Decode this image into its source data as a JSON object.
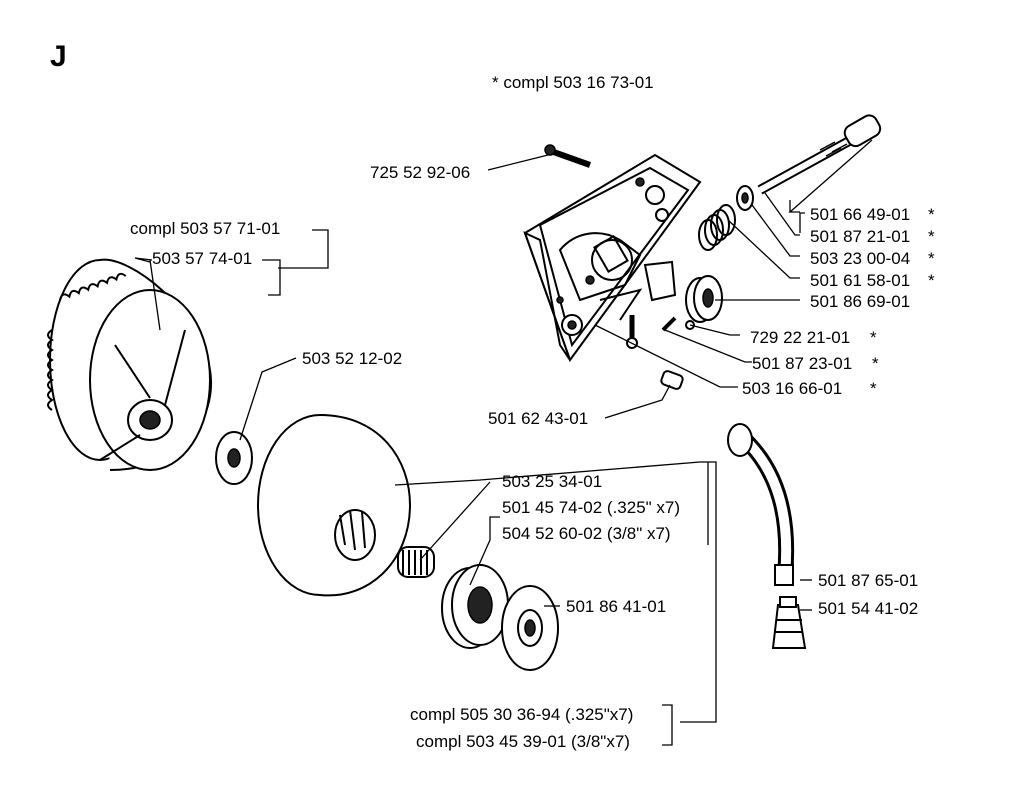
{
  "page": {
    "section_letter": "J",
    "kit_note": "* compl 503 16 73-01"
  },
  "parts": {
    "p725529206": "725 52 92-06",
    "p501664901": "501 66 49-01",
    "p501872101": "501 87 21-01",
    "p503230004": "503 23 00-04",
    "p501615801": "501 61 58-01",
    "p501866901": "501 86 69-01",
    "p729222101": "729 22 21-01",
    "p501872301": "501 87 23-01",
    "p503166601": "503 16 66-01",
    "p501624301": "501 62 43-01",
    "compl503577101": "compl 503 57 71-01",
    "p503577401": "503 57 74-01",
    "p503521202": "503 52 12-02",
    "p503253401": "503 25 34-01",
    "p501457402": "501 45 74-02 (.325\" x7)",
    "p504526002": "504 52 60-02 (3/8\" x7)",
    "p501864101": "501 86 41-01",
    "p501876501": "501 87 65-01",
    "p501544102": "501 54 41-02",
    "compl505303694": "compl 505 30 36-94 (.325\"x7)",
    "compl503453901": "compl 503 45 39-01 (3/8\"x7)"
  },
  "star": "*"
}
